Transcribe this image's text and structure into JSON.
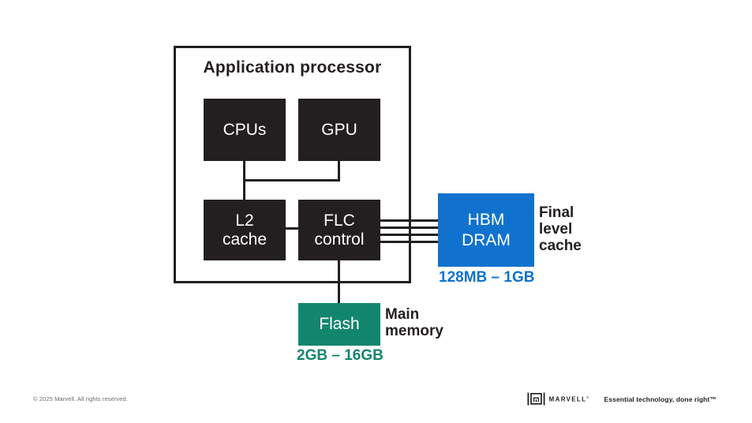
{
  "colors": {
    "dark": "#231f20",
    "blue": "#1072ce",
    "teal": "#12866c",
    "footer_muted": "#6d696a"
  },
  "diagram": {
    "processor_title": "Application processor",
    "blocks": {
      "cpus": {
        "label": "CPUs"
      },
      "gpu": {
        "label": "GPU"
      },
      "l2_cache": {
        "label": "L2\ncache"
      },
      "flc_control": {
        "label": "FLC\ncontrol"
      },
      "hbm_dram": {
        "label": "HBM\nDRAM",
        "annotation": "Final\nlevel\ncache",
        "caption": "128MB – 1GB"
      },
      "flash": {
        "label": "Flash",
        "annotation": "Main\nmemory",
        "caption": "2GB – 16GB"
      }
    }
  },
  "footer": {
    "copyright": "© 2025 Marvell. All rights reserved.",
    "brand": "MARVELL",
    "brand_mark": "®",
    "tagline": "Essential technology, done right™"
  }
}
